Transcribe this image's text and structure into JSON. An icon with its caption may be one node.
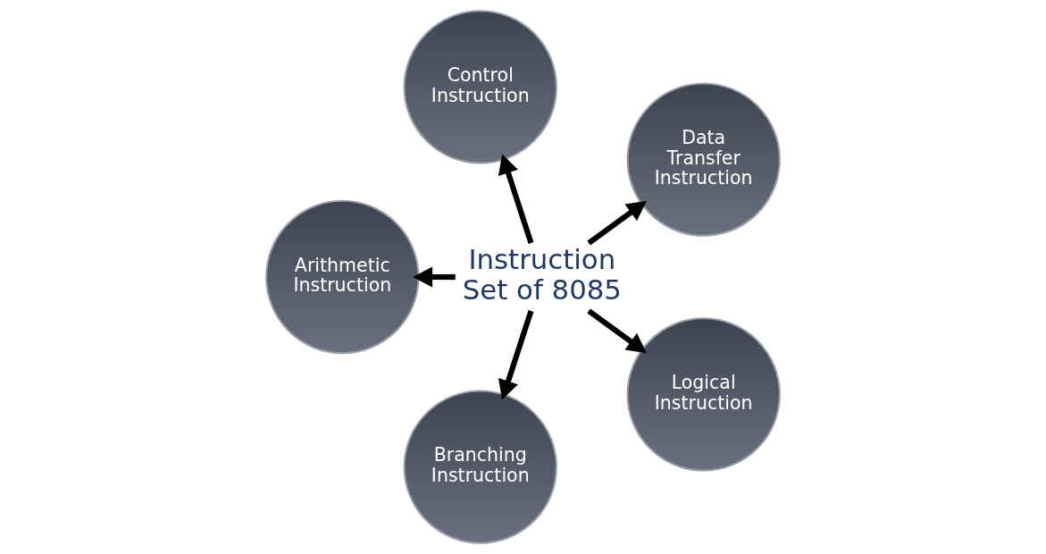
{
  "diagram": {
    "nodes": [
      {
        "text": [
          "Data Transfer Instruction"
        ]
      },
      {
        "text": [
          "Control Instruction"
        ]
      },
      {
        "text": [
          "Arithmetic Instruction"
        ]
      },
      {
        "text": [
          "Instruction Set of 8085"
        ]
      },
      {
        "text": [
          "Branching Instruction"
        ]
      },
      {
        "text": [
          "Logical Instruction"
        ]
      }
    ],
    "edges": [
      {
        "from": 3,
        "to": 0,
        "arrow": "to"
      },
      {
        "from": 3,
        "to": 1,
        "arrow": "to"
      },
      {
        "from": 3,
        "to": 2,
        "arrow": "to"
      },
      {
        "from": 3,
        "to": 4,
        "arrow": "to"
      },
      {
        "from": 3,
        "to": 5,
        "arrow": "to"
      }
    ]
  }
}
